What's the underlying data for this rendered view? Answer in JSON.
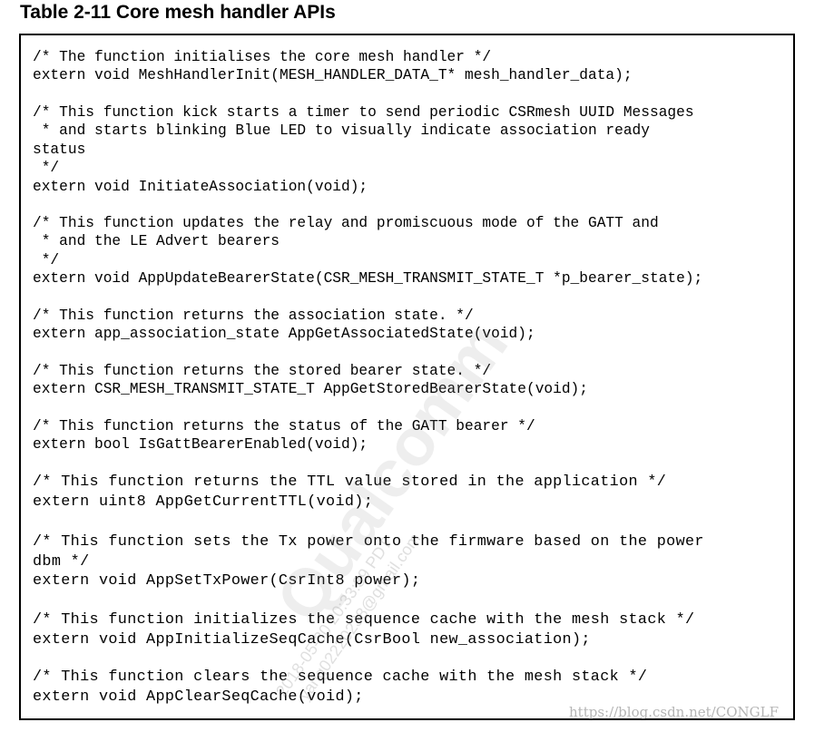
{
  "title": "Table 2-11 Core mesh handler APIs",
  "code_blocks": [
    {
      "lines": [
        "/* The function initialises the core mesh handler */",
        "extern void MeshHandlerInit(MESH_HANDLER_DATA_T* mesh_handler_data);"
      ]
    },
    {
      "lines": [
        "/* This function kick starts a timer to send periodic CSRmesh UUID Messages",
        " * and starts blinking Blue LED to visually indicate association ready",
        "status",
        " */",
        "extern void InitiateAssociation(void);"
      ]
    },
    {
      "lines": [
        "/* This function updates the relay and promiscuous mode of the GATT and",
        " * and the LE Advert bearers",
        " */",
        "extern void AppUpdateBearerState(CSR_MESH_TRANSMIT_STATE_T *p_bearer_state);"
      ]
    },
    {
      "lines": [
        "/* This function returns the association state. */",
        "extern app_association_state AppGetAssociatedState(void);"
      ]
    },
    {
      "lines": [
        "/* This function returns the stored bearer state. */",
        "extern CSR_MESH_TRANSMIT_STATE_T AppGetStoredBearerState(void);"
      ]
    },
    {
      "lines": [
        "/* This function returns the status of the GATT bearer */",
        "extern bool IsGattBearerEnabled(void);"
      ]
    },
    {
      "lines": [
        "/* This function returns the TTL value stored in the application */",
        "extern uint8 AppGetCurrentTTL(void);"
      ]
    },
    {
      "lines": [
        "/* This function sets the Tx power onto the firmware based on the power",
        "dbm */",
        "extern void AppSetTxPower(CsrInt8 power);"
      ]
    },
    {
      "lines": [
        "/* This function initializes the sequence cache with the mesh stack */",
        "extern void AppInitializeSeqCache(CsrBool new_association);"
      ]
    },
    {
      "lines": [
        "/* This function clears the sequence cache with the mesh stack */",
        "extern void AppClearSeqCache(void);"
      ]
    }
  ],
  "watermark": {
    "brand": "Qualcomm",
    "date": "2018-05-30 20:33:39 PDT",
    "email": "yang02220238@gmail.com"
  },
  "source_url": "https://blog.csdn.net/CONGLF"
}
